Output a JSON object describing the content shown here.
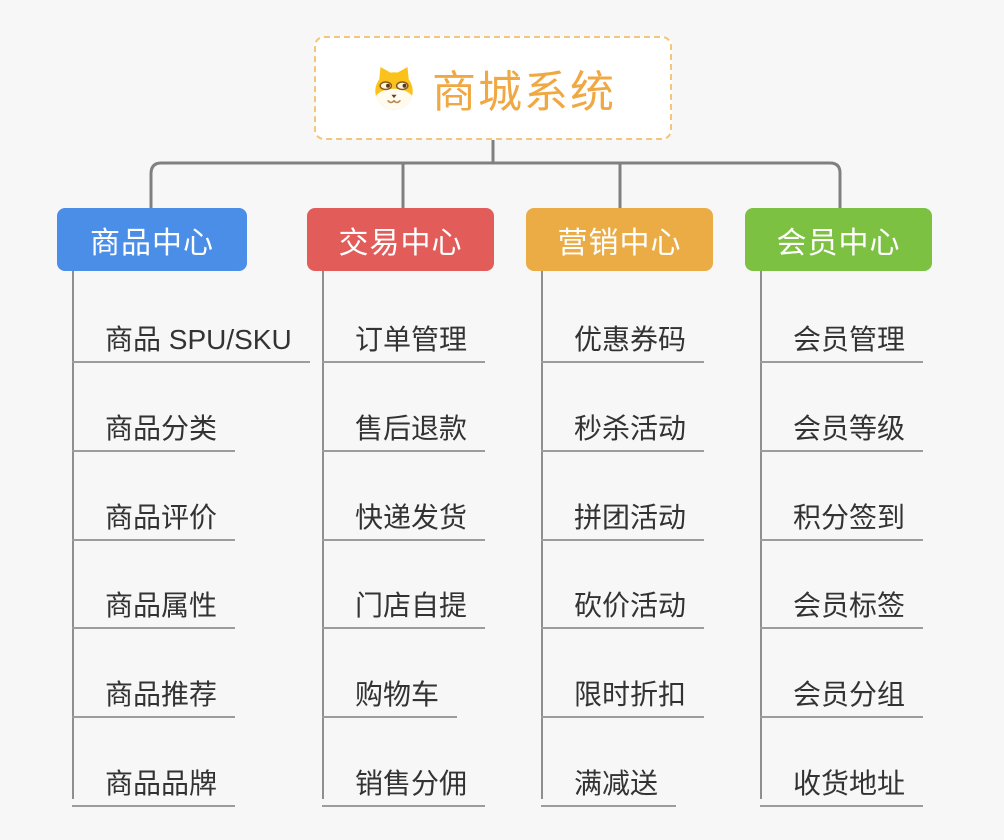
{
  "root": {
    "title": "商城系统",
    "icon": "dog-face-icon",
    "title_color": "#f0a843",
    "border_color": "#f5c57c"
  },
  "branches": [
    {
      "label": "商品中心",
      "color": "#4a8ee8",
      "items": [
        "商品 SPU/SKU",
        "商品分类",
        "商品评价",
        "商品属性",
        "商品推荐",
        "商品品牌"
      ]
    },
    {
      "label": "交易中心",
      "color": "#e25c5a",
      "items": [
        "订单管理",
        "售后退款",
        "快递发货",
        "门店自提",
        "购物车",
        "销售分佣"
      ]
    },
    {
      "label": "营销中心",
      "color": "#ebac45",
      "items": [
        "优惠券码",
        "秒杀活动",
        "拼团活动",
        "砍价活动",
        "限时折扣",
        "满减送"
      ]
    },
    {
      "label": "会员中心",
      "color": "#7cc142",
      "items": [
        "会员管理",
        "会员等级",
        "积分签到",
        "会员标签",
        "会员分组",
        "收货地址"
      ]
    }
  ],
  "colors": {
    "background": "#f7f7f7",
    "connector": "#808080",
    "trunk": "#8f8f8f",
    "underline": "#9c9c9c",
    "subtopic_text": "#333333"
  }
}
